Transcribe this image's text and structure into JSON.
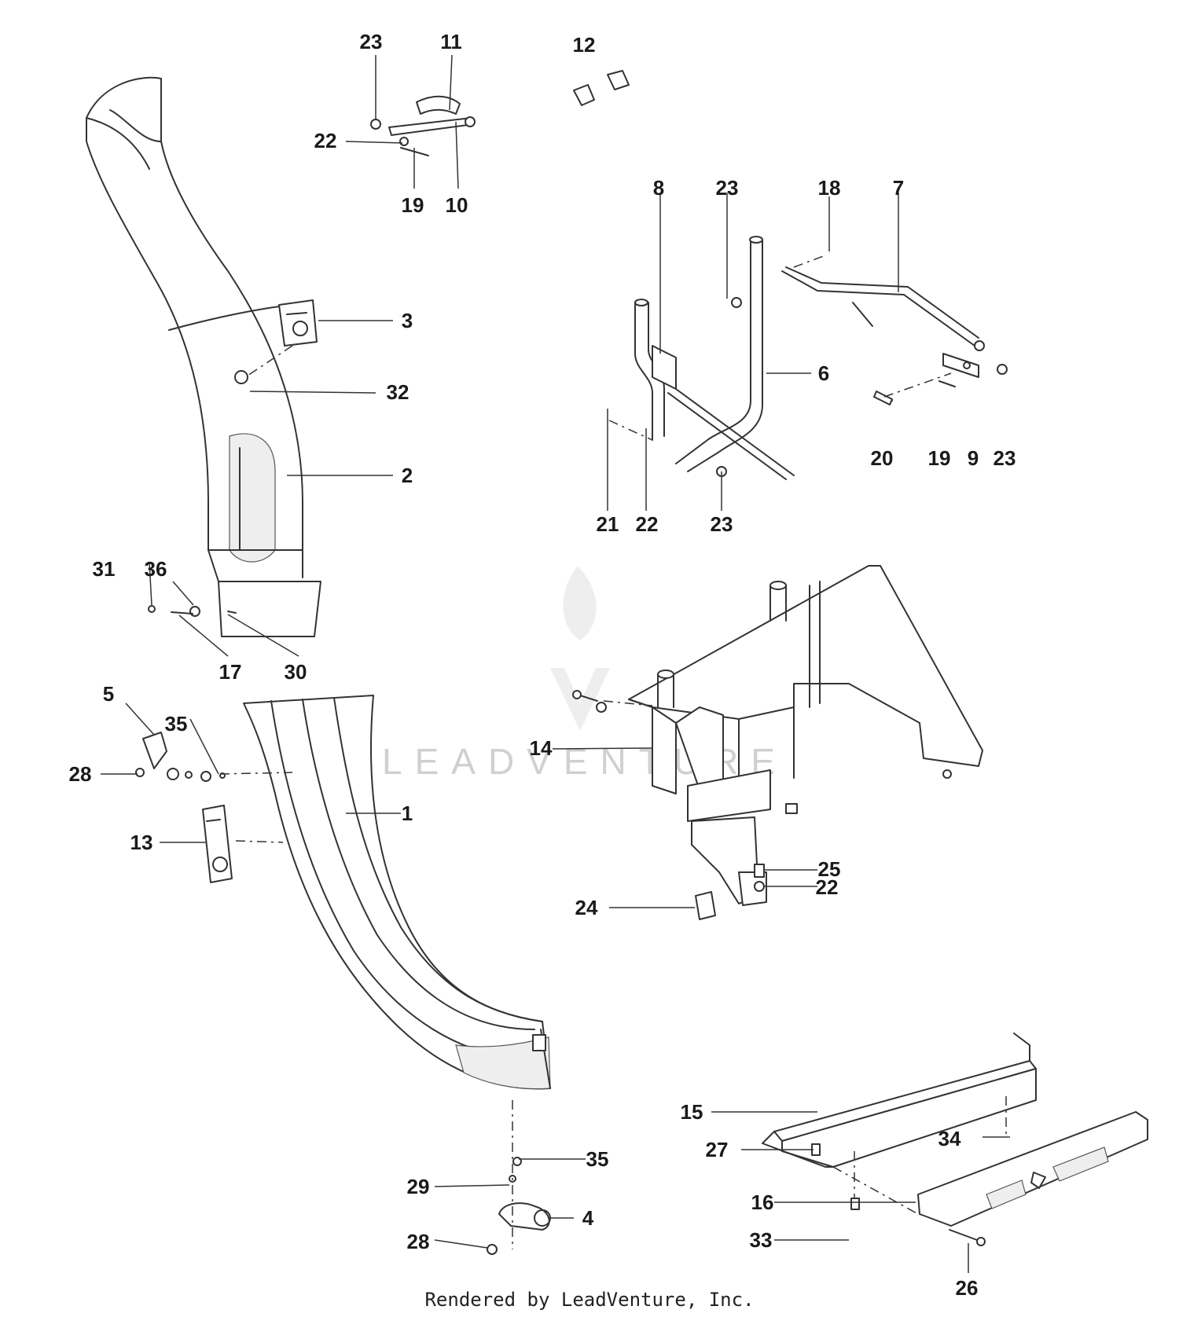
{
  "diagram": {
    "watermark": {
      "text": "LEADVENTURE",
      "icon": "leadventure-logo-icon"
    },
    "footer": "Rendered by LeadVenture, Inc.",
    "callouts": [
      "23",
      "11",
      "12",
      "22",
      "19",
      "10",
      "8",
      "23",
      "18",
      "7",
      "3",
      "32",
      "2",
      "6",
      "20",
      "19",
      "9",
      "23",
      "21",
      "22",
      "23",
      "31",
      "36",
      "17",
      "30",
      "5",
      "35",
      "28",
      "14",
      "1",
      "13",
      "25",
      "22",
      "24",
      "15",
      "27",
      "34",
      "35",
      "29",
      "4",
      "28",
      "16",
      "33",
      "26"
    ]
  }
}
